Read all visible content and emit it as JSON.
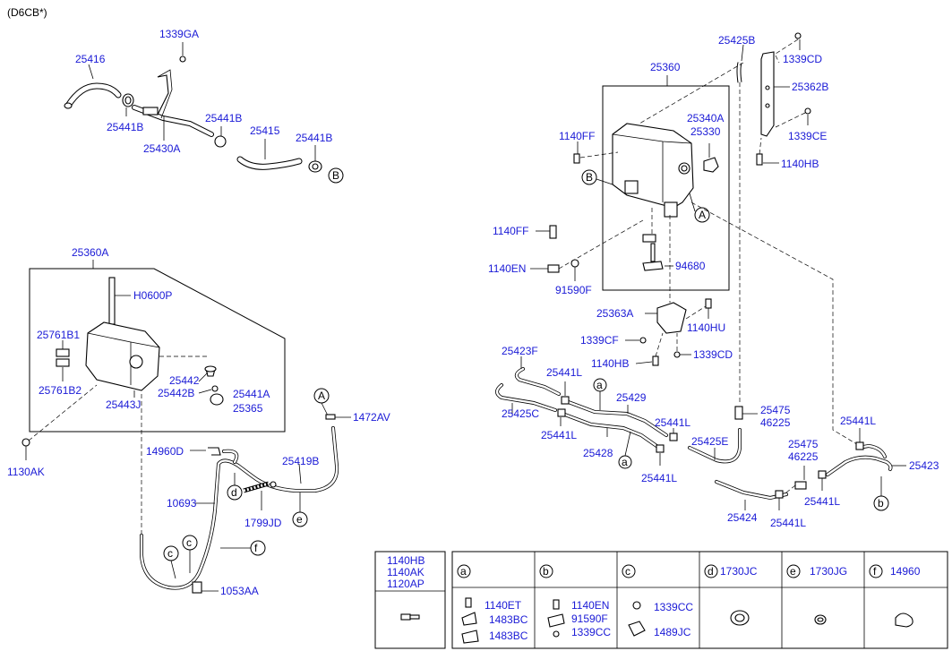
{
  "header": {
    "variant": "(D6CB*)"
  },
  "labels": {
    "p25416": "25416",
    "p1339GA": "1339GA",
    "p25441B_1": "25441B",
    "p25430A": "25430A",
    "p25441B_2": "25441B",
    "p25415": "25415",
    "p25441B_3": "25441B",
    "p25360A": "25360A",
    "pH0600P": "H0600P",
    "p25761B1": "25761B1",
    "p25761B2": "25761B2",
    "p25442": "25442",
    "p25442B": "25442B",
    "p25441A": "25441A",
    "p25365": "25365",
    "p25443J": "25443J",
    "p1130AK": "1130AK",
    "p1472AV": "1472AV",
    "p14960D": "14960D",
    "p25419B": "25419B",
    "p10693": "10693",
    "p1799JD": "1799JD",
    "p1053AA": "1053AA",
    "p25425B": "25425B",
    "p1339CD_1": "1339CD",
    "p25360": "25360",
    "p25362B": "25362B",
    "p25340A": "25340A",
    "p25330": "25330",
    "p1339CE": "1339CE",
    "p1140FF_1": "1140FF",
    "p1140HB_1": "1140HB",
    "p1140FF_2": "1140FF",
    "p1140EN": "1140EN",
    "p94680": "94680",
    "p91590F": "91590F",
    "p25363A": "25363A",
    "p1140HU": "1140HU",
    "p1339CF": "1339CF",
    "p1140HB_2": "1140HB",
    "p1339CD_2": "1339CD",
    "p25423F": "25423F",
    "p25441L_1": "25441L",
    "p25429": "25429",
    "p25425C": "25425C",
    "p25441L_2": "25441L",
    "p25428": "25428",
    "p25441L_3": "25441L",
    "p25441L_4": "25441L",
    "p25475_1": "25475",
    "p46225_1": "46225",
    "p25425E": "25425E",
    "p25424": "25424",
    "p25441L_5": "25441L",
    "p25475_2": "25475",
    "p46225_2": "46225",
    "p25441L_6": "25441L",
    "p25423": "25423",
    "p25441L_7": "25441L"
  },
  "callouts": {
    "A": "A",
    "B": "B",
    "a": "a",
    "b": "b",
    "c": "c",
    "d": "d",
    "e": "e",
    "f": "f"
  },
  "table": {
    "first_cell": {
      "line1": "1140HB",
      "line2": "1140AK",
      "line3": "1120AP"
    },
    "headers": [
      {
        "letter": "a",
        "code": ""
      },
      {
        "letter": "b",
        "code": ""
      },
      {
        "letter": "c",
        "code": ""
      },
      {
        "letter": "d",
        "code": "1730JC"
      },
      {
        "letter": "e",
        "code": "1730JG"
      },
      {
        "letter": "f",
        "code": "14960"
      }
    ],
    "cell_a": [
      "1140ET",
      "1483BC",
      "1483BC"
    ],
    "cell_b": [
      "1140EN",
      "91590F",
      "1339CC"
    ],
    "cell_c": [
      "1339CC",
      "1489JC"
    ]
  }
}
